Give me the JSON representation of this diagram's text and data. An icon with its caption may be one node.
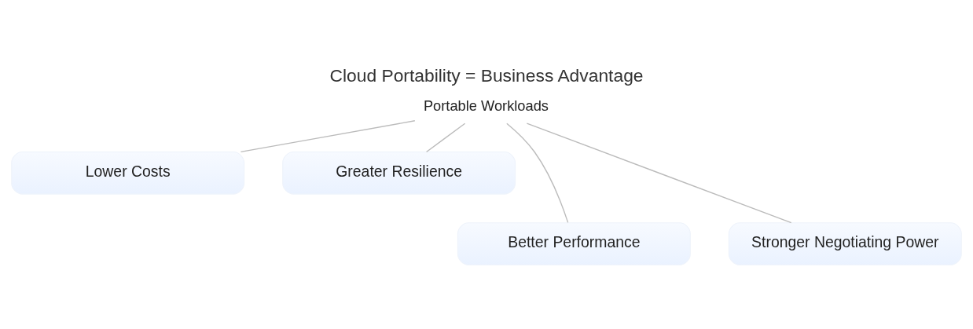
{
  "diagram": {
    "title": "Cloud Portability = Business Advantage",
    "nodes": [
      {
        "text": [
          "Portable Workloads"
        ]
      },
      {
        "text": [
          "Lower Costs"
        ]
      },
      {
        "text": [
          "Greater Resilience"
        ]
      },
      {
        "text": [
          "Better Performance"
        ]
      },
      {
        "text": [
          "Stronger Negotiating Power"
        ]
      }
    ],
    "edges": [
      {
        "from": 0,
        "to": 1,
        "arrow": "none"
      },
      {
        "from": 0,
        "to": 2,
        "arrow": "none"
      },
      {
        "from": 0,
        "to": 3,
        "arrow": "none"
      },
      {
        "from": 0,
        "to": 4,
        "arrow": "none"
      }
    ]
  }
}
